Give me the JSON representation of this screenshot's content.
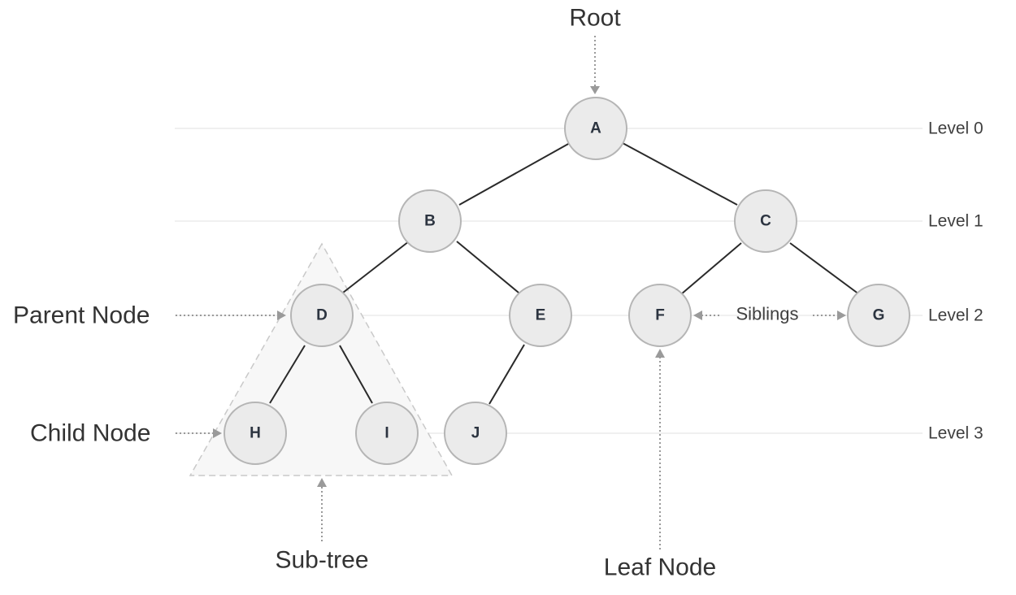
{
  "nodes": {
    "A": "A",
    "B": "B",
    "C": "C",
    "D": "D",
    "E": "E",
    "F": "F",
    "G": "G",
    "H": "H",
    "I": "I",
    "J": "J"
  },
  "levels": {
    "level0": "Level 0",
    "level1": "Level 1",
    "level2": "Level 2",
    "level3": "Level 3"
  },
  "labels": {
    "root": "Root",
    "parent_node": "Parent Node",
    "child_node": "Child Node",
    "sub_tree": "Sub-tree",
    "siblings": "Siblings",
    "leaf_node": "Leaf Node"
  },
  "colors": {
    "node_fill": "#ebebeb",
    "node_stroke": "#b5b5b5",
    "edge": "#2a2a2a",
    "annotation_arrow": "#9a9a9a"
  }
}
